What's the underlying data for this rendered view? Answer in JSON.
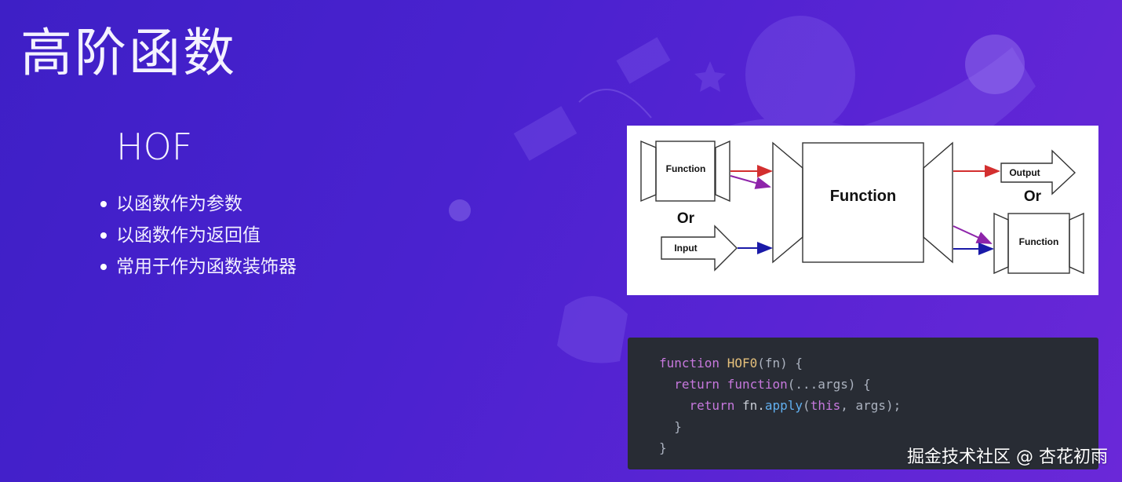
{
  "slide": {
    "title": "高阶函数",
    "section_title": "HOF",
    "bullets": [
      "以函数作为参数",
      "以函数作为返回值",
      "常用于作为函数装饰器"
    ]
  },
  "diagram": {
    "labels": {
      "input_function": "Function",
      "or_left": "Or",
      "input": "Input",
      "center_function": "Function",
      "output": "Output",
      "or_right": "Or",
      "output_function": "Function"
    },
    "colors": {
      "red": "#d32f2f",
      "purple": "#8e24aa",
      "blue": "#1a1aa8"
    }
  },
  "code": {
    "lines": [
      [
        [
          "kw",
          "function "
        ],
        [
          "fn",
          "HOF0"
        ],
        [
          "punc",
          "(fn) {"
        ]
      ],
      [
        [
          "txt",
          "  "
        ],
        [
          "kw",
          "return "
        ],
        [
          "kw",
          "function"
        ],
        [
          "punc",
          "(...args) {"
        ]
      ],
      [
        [
          "txt",
          "    "
        ],
        [
          "kw",
          "return "
        ],
        [
          "txt",
          "fn."
        ],
        [
          "call",
          "apply"
        ],
        [
          "punc",
          "("
        ],
        [
          "kw",
          "this"
        ],
        [
          "punc",
          ", args);"
        ]
      ],
      [
        [
          "punc",
          "  }"
        ]
      ],
      [
        [
          "punc",
          "}"
        ]
      ]
    ]
  },
  "watermark": "掘金技术社区 @ 杏花初雨"
}
